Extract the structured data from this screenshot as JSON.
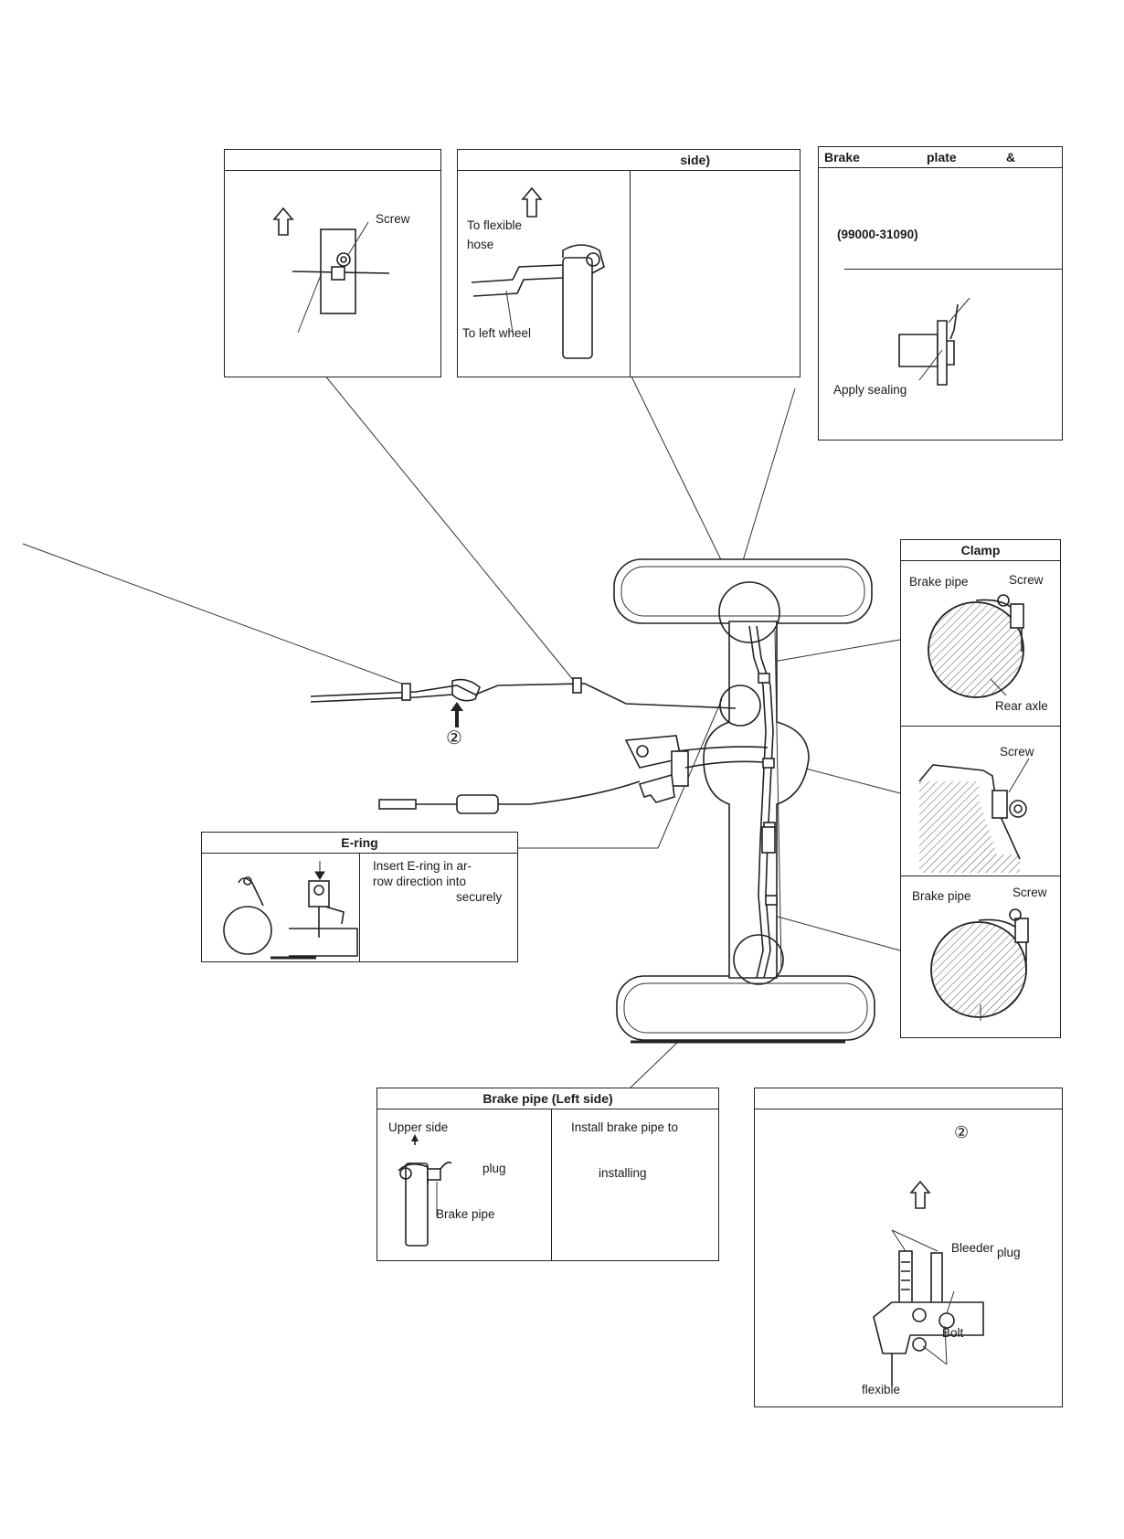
{
  "panel_tl": {
    "screw": "Screw"
  },
  "panel_tm": {
    "header": "side)",
    "to_flexible": "To flexible",
    "hose": "hose",
    "to_left_wheel": "To left wheel"
  },
  "panel_tr": {
    "header_brake": "Brake",
    "header_plate": "plate",
    "header_amp": "&",
    "part_no": "(99000-31090)",
    "apply_sealing": "Apply sealing"
  },
  "panel_clamp": {
    "header": "Clamp",
    "brake_pipe": "Brake pipe",
    "screw": "Screw",
    "rear_axle": "Rear axle"
  },
  "panel_mid_right": {
    "screw": "Screw"
  },
  "panel_low_right": {
    "brake_pipe": "Brake pipe",
    "screw": "Screw"
  },
  "panel_ering": {
    "header": "E-ring",
    "line1": "Insert E-ring in ar-",
    "line2": "row direction into",
    "line3": "securely"
  },
  "panel_left_side": {
    "header": "Brake pipe (Left side)",
    "upper_side": "Upper side",
    "plug": "plug",
    "brake_pipe": "Brake pipe",
    "install1": "Install brake pipe to",
    "install2": "installing"
  },
  "panel_br": {
    "num": "②",
    "bleeder": "Bleeder",
    "plug": "plug",
    "bolt": "Bolt",
    "flexible": "flexible"
  },
  "main": {
    "callout": "②"
  }
}
